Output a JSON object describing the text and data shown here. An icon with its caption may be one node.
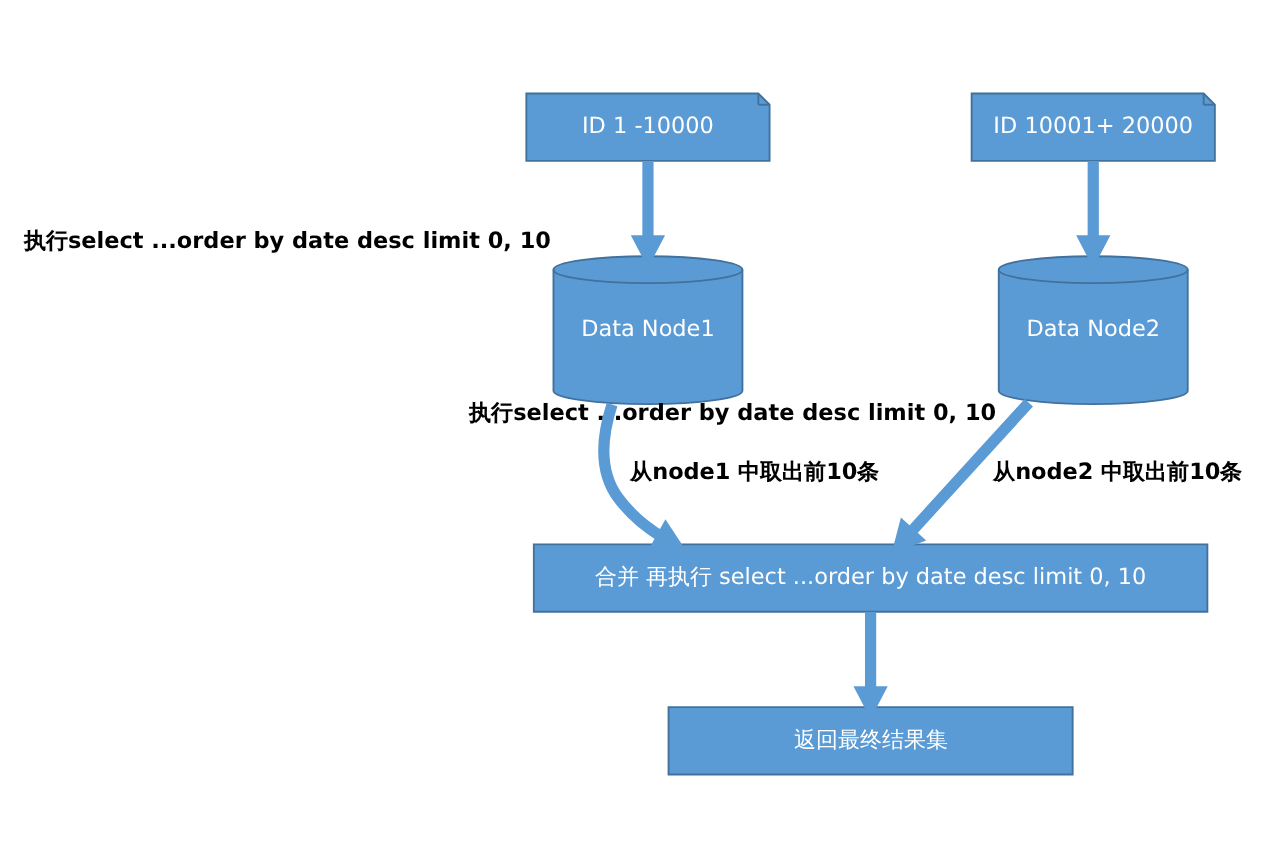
{
  "diagram": {
    "nodes": [
      {
        "text": [
          "ID 1 -10000"
        ]
      },
      {
        "text": [
          "ID 10001+ 20000"
        ]
      },
      {
        "text": [
          "Data Node1"
        ],
        "beside": [
          "执行select ...order by date desc limit 0, 10"
        ]
      },
      {
        "text": [
          "Data Node2"
        ],
        "beside": [
          "执行select ...order by date desc limit 0, 10"
        ]
      },
      {
        "text": [
          "合并 再执行 select ...order by date desc limit 0, 10"
        ]
      },
      {
        "text": [
          "返回最终结果集"
        ]
      }
    ],
    "edges": [
      {
        "from": 0,
        "to": 2,
        "arrow": "to"
      },
      {
        "from": 1,
        "to": 3,
        "arrow": "to"
      },
      {
        "from": 2,
        "to": 4,
        "arrow": "to",
        "label": "从node1 中取出前10条"
      },
      {
        "from": 3,
        "to": 4,
        "arrow": "to",
        "label": "从node2 中取出前10条"
      },
      {
        "from": 4,
        "to": 5,
        "arrow": "to"
      }
    ]
  }
}
